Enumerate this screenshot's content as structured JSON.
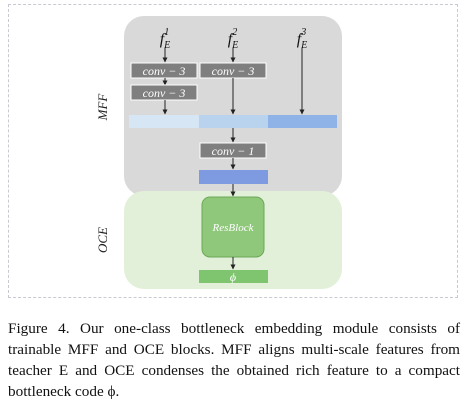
{
  "mff": {
    "label": "MFF",
    "features": [
      {
        "base": "f",
        "sub": "E",
        "sup": "1"
      },
      {
        "base": "f",
        "sub": "E",
        "sup": "2"
      },
      {
        "base": "f",
        "sub": "E",
        "sup": "3"
      }
    ],
    "conv_a": "conv − 3",
    "conv_b": "conv − 3",
    "conv_c": "conv − 3",
    "conv_d": "conv − 1"
  },
  "oce": {
    "label": "OCE",
    "resblock": "ResBlock",
    "output": "ϕ"
  },
  "colors": {
    "mff_bg": "#d9d9d9",
    "oce_bg": "#e2f0d9",
    "conv_box": "#7f7f7f",
    "resblock": "#8fc87a",
    "output": "#7fc56f",
    "bar_light": "#d6e6f5",
    "bar_mid": "#b9d3ef",
    "bar_dark": "#8fb3e6",
    "bar_fused": "#7e9be1"
  },
  "caption": "Figure 4. Our one-class bottleneck embedding module consists of trainable MFF and OCE blocks. MFF aligns multi-scale features from teacher E and OCE condenses the obtained rich feature to a compact bottleneck code ϕ."
}
